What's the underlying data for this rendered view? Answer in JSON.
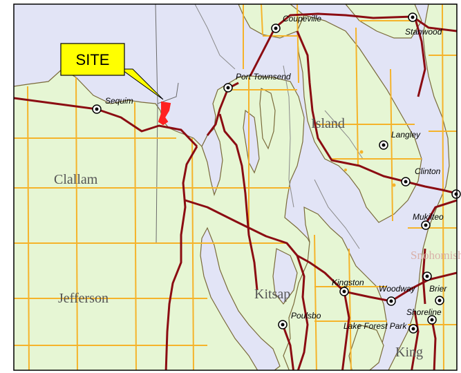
{
  "map": {
    "colors": {
      "water": "#e2e4f6",
      "land": "#e6f6d4",
      "road": "#8b0c12",
      "grid": "#f5b32a",
      "site": "#ff2020",
      "callout": "#ffff00",
      "county_label": "#555555",
      "snohomish_label": "#d8b0a8"
    },
    "callout": {
      "label": "SITE"
    },
    "cities": [
      {
        "id": "coupeville",
        "name": "Coupeville"
      },
      {
        "id": "stanwood",
        "name": "Stanwood"
      },
      {
        "id": "port-townsend",
        "name": "Port Townsend"
      },
      {
        "id": "sequim",
        "name": "Sequim"
      },
      {
        "id": "langley",
        "name": "Langley"
      },
      {
        "id": "clinton",
        "name": "Clinton"
      },
      {
        "id": "mukilteo",
        "name": "Mukilteo"
      },
      {
        "id": "kingston",
        "name": "Kingston"
      },
      {
        "id": "woodway",
        "name": "Woodway"
      },
      {
        "id": "brier",
        "name": "Brier"
      },
      {
        "id": "shoreline",
        "name": "Shoreline"
      },
      {
        "id": "poulsbo",
        "name": "Poulsbo"
      },
      {
        "id": "lake-forest-park",
        "name": "Lake Forest Park"
      }
    ],
    "counties": [
      {
        "id": "island",
        "name": "Island"
      },
      {
        "id": "clallam",
        "name": "Clallam"
      },
      {
        "id": "jefferson",
        "name": "Jefferson"
      },
      {
        "id": "kitsap",
        "name": "Kitsap"
      },
      {
        "id": "snohomish",
        "name": "Snohomish"
      },
      {
        "id": "king",
        "name": "King"
      }
    ]
  }
}
